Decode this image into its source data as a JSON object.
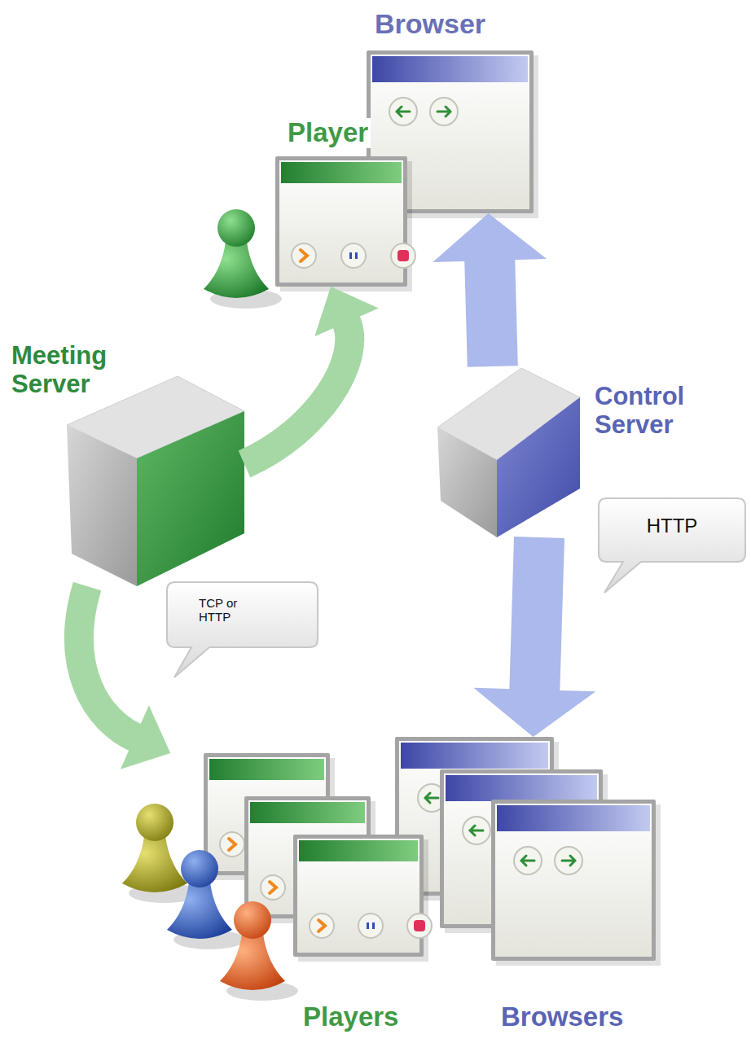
{
  "diagram": {
    "nodes": [
      {
        "text": [
          "Browser"
        ]
      },
      {
        "text": [
          "Player"
        ]
      },
      {
        "text": [
          "Meeting Server"
        ]
      },
      {
        "text": [
          "Control Server"
        ]
      },
      {
        "text": [
          "Players"
        ]
      },
      {
        "text": [
          "Browsers"
        ]
      }
    ],
    "edges": [
      {
        "from": 2,
        "to": 1,
        "arrow": "to"
      },
      {
        "from": 2,
        "to": 4,
        "arrow": "to"
      },
      {
        "from": 3,
        "to": 0,
        "arrow": "to"
      },
      {
        "from": 3,
        "to": 5,
        "arrow": "to"
      }
    ],
    "labels": [
      "HTTP",
      "TCP or HTTP"
    ]
  }
}
